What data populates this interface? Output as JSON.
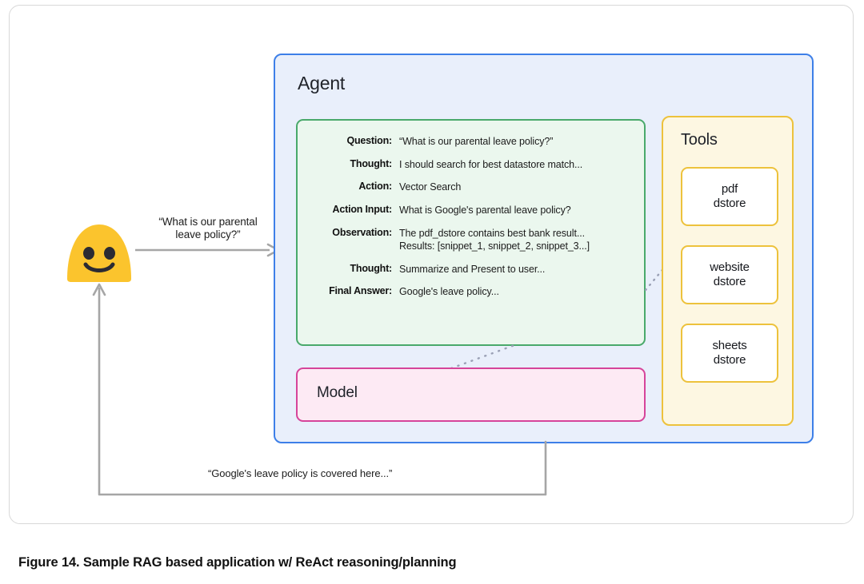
{
  "figure": {
    "caption": "Figure 14. Sample RAG based application w/ ReAct reasoning/planning"
  },
  "user": {
    "avatar_icon": "smiley-blob-face-icon",
    "question": "“What is our parental\nleave policy?”",
    "question_line1": "“What is our parental",
    "question_line2": "leave policy?”",
    "answer": "“Google's leave policy is covered here...”"
  },
  "agent": {
    "title": "Agent",
    "react_trace": {
      "rows": [
        {
          "label": "Question:",
          "value": "“What is our parental leave policy?”",
          "sub": ""
        },
        {
          "label": "Thought:",
          "value": "I should search for best datastore match...",
          "sub": ""
        },
        {
          "label": "Action:",
          "value": "Vector Search",
          "sub": ""
        },
        {
          "label": "Action Input:",
          "value": "What is Google's parental leave policy?",
          "sub": ""
        },
        {
          "label": "Observation:",
          "value": "The pdf_dstore contains best bank result...",
          "sub": "Results: [snippet_1, snippet_2, snippet_3...]"
        },
        {
          "label": "Thought:",
          "value": "Summarize and Present to user...",
          "sub": ""
        },
        {
          "label": "Final Answer:",
          "value": "Google's leave policy...",
          "sub": ""
        }
      ]
    },
    "model": {
      "title": "Model"
    },
    "tools": {
      "title": "Tools",
      "items": [
        {
          "line1": "pdf",
          "line2": "dstore"
        },
        {
          "line1": "website",
          "line2": "dstore"
        },
        {
          "line1": "sheets",
          "line2": "dstore"
        }
      ]
    }
  },
  "colors": {
    "agent_border": "#3d7fe8",
    "agent_fill": "#e9effb",
    "react_border": "#49a96b",
    "react_fill": "#ebf7ee",
    "model_border": "#d6449a",
    "model_fill": "#fdeaf4",
    "tools_border": "#edc23c",
    "tools_fill": "#fdf7e2",
    "tool_card_fill": "#ffffff",
    "arrow": "#a6a6a6",
    "avatar": "#fbc42d",
    "card_border": "#d8d8d8"
  }
}
